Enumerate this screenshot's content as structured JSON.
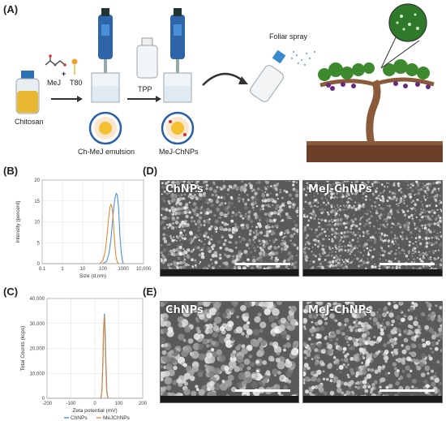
{
  "panels": {
    "a": "(A)",
    "b": "(B)",
    "c": "(C)",
    "d": "(D)",
    "e": "(E)"
  },
  "schematic": {
    "chitosan": "Chitosan",
    "mej": "MeJ",
    "plus": "+",
    "t80": "T80",
    "tpp": "TPP",
    "emulsion": "Ch-MeJ emulsion",
    "nanoparticles": "MeJ-ChNPs",
    "spray": "Foliar spray"
  },
  "sem": {
    "d_left": "ChNPs",
    "d_right": "MeJ-ChNPs",
    "e_left": "ChNPs",
    "e_right": "MeJ-ChNPs"
  },
  "colors": {
    "chnps": "#4a90d9",
    "mejchnps": "#e08a3c"
  },
  "chart_data": [
    {
      "type": "line",
      "panel": "B",
      "xlabel": "Size (d.nm)",
      "ylabel": "Intensity (percent)",
      "xscale": "log",
      "xlim": [
        0.1,
        10000
      ],
      "ylim": [
        0,
        20
      ],
      "xticks": [
        "0.1",
        "1",
        "10",
        "100",
        "1000",
        "10,000"
      ],
      "yticks": [
        "0",
        "5",
        "10",
        "15",
        "20"
      ],
      "grid": true,
      "legend_position": "bottom",
      "series": [
        {
          "name": "ChNPs",
          "x": [
            100,
            150,
            200,
            250,
            300,
            350,
            400,
            450,
            500,
            550,
            600,
            650,
            700,
            800,
            900,
            1000
          ],
          "values": [
            0,
            0.5,
            2.5,
            6,
            10.5,
            14,
            16,
            16.8,
            16.5,
            15,
            12.5,
            9,
            6,
            2.5,
            0.8,
            0
          ]
        },
        {
          "name": "MeJChNPs",
          "x": [
            70,
            100,
            130,
            160,
            190,
            220,
            250,
            280,
            310,
            340,
            380,
            430,
            500,
            600
          ],
          "values": [
            0,
            0.8,
            3,
            7,
            11,
            13.5,
            14.2,
            13.5,
            11.5,
            8.5,
            5,
            2,
            0.4,
            0
          ]
        }
      ]
    },
    {
      "type": "line",
      "panel": "C",
      "xlabel": "Zeta potential (mV)",
      "ylabel": "Total Counts (kcps)",
      "xlim": [
        -200,
        200
      ],
      "ylim": [
        0,
        40000
      ],
      "xticks": [
        "-200",
        "-100",
        "0",
        "100",
        "200"
      ],
      "yticks": [
        "0",
        "10,000",
        "20,000",
        "30,000",
        "40,000"
      ],
      "grid": true,
      "legend_position": "bottom",
      "series": [
        {
          "name": "ChNPs",
          "x": [
            25,
            30,
            34,
            37,
            40,
            43,
            46,
            50,
            55
          ],
          "values": [
            0,
            3000,
            15000,
            28000,
            34000,
            28000,
            15000,
            3000,
            0
          ]
        },
        {
          "name": "MeJChNPs",
          "x": [
            24,
            29,
            33,
            36,
            39,
            42,
            45,
            49,
            54
          ],
          "values": [
            0,
            2800,
            14000,
            27000,
            33000,
            27000,
            14000,
            2800,
            0
          ]
        }
      ]
    }
  ]
}
